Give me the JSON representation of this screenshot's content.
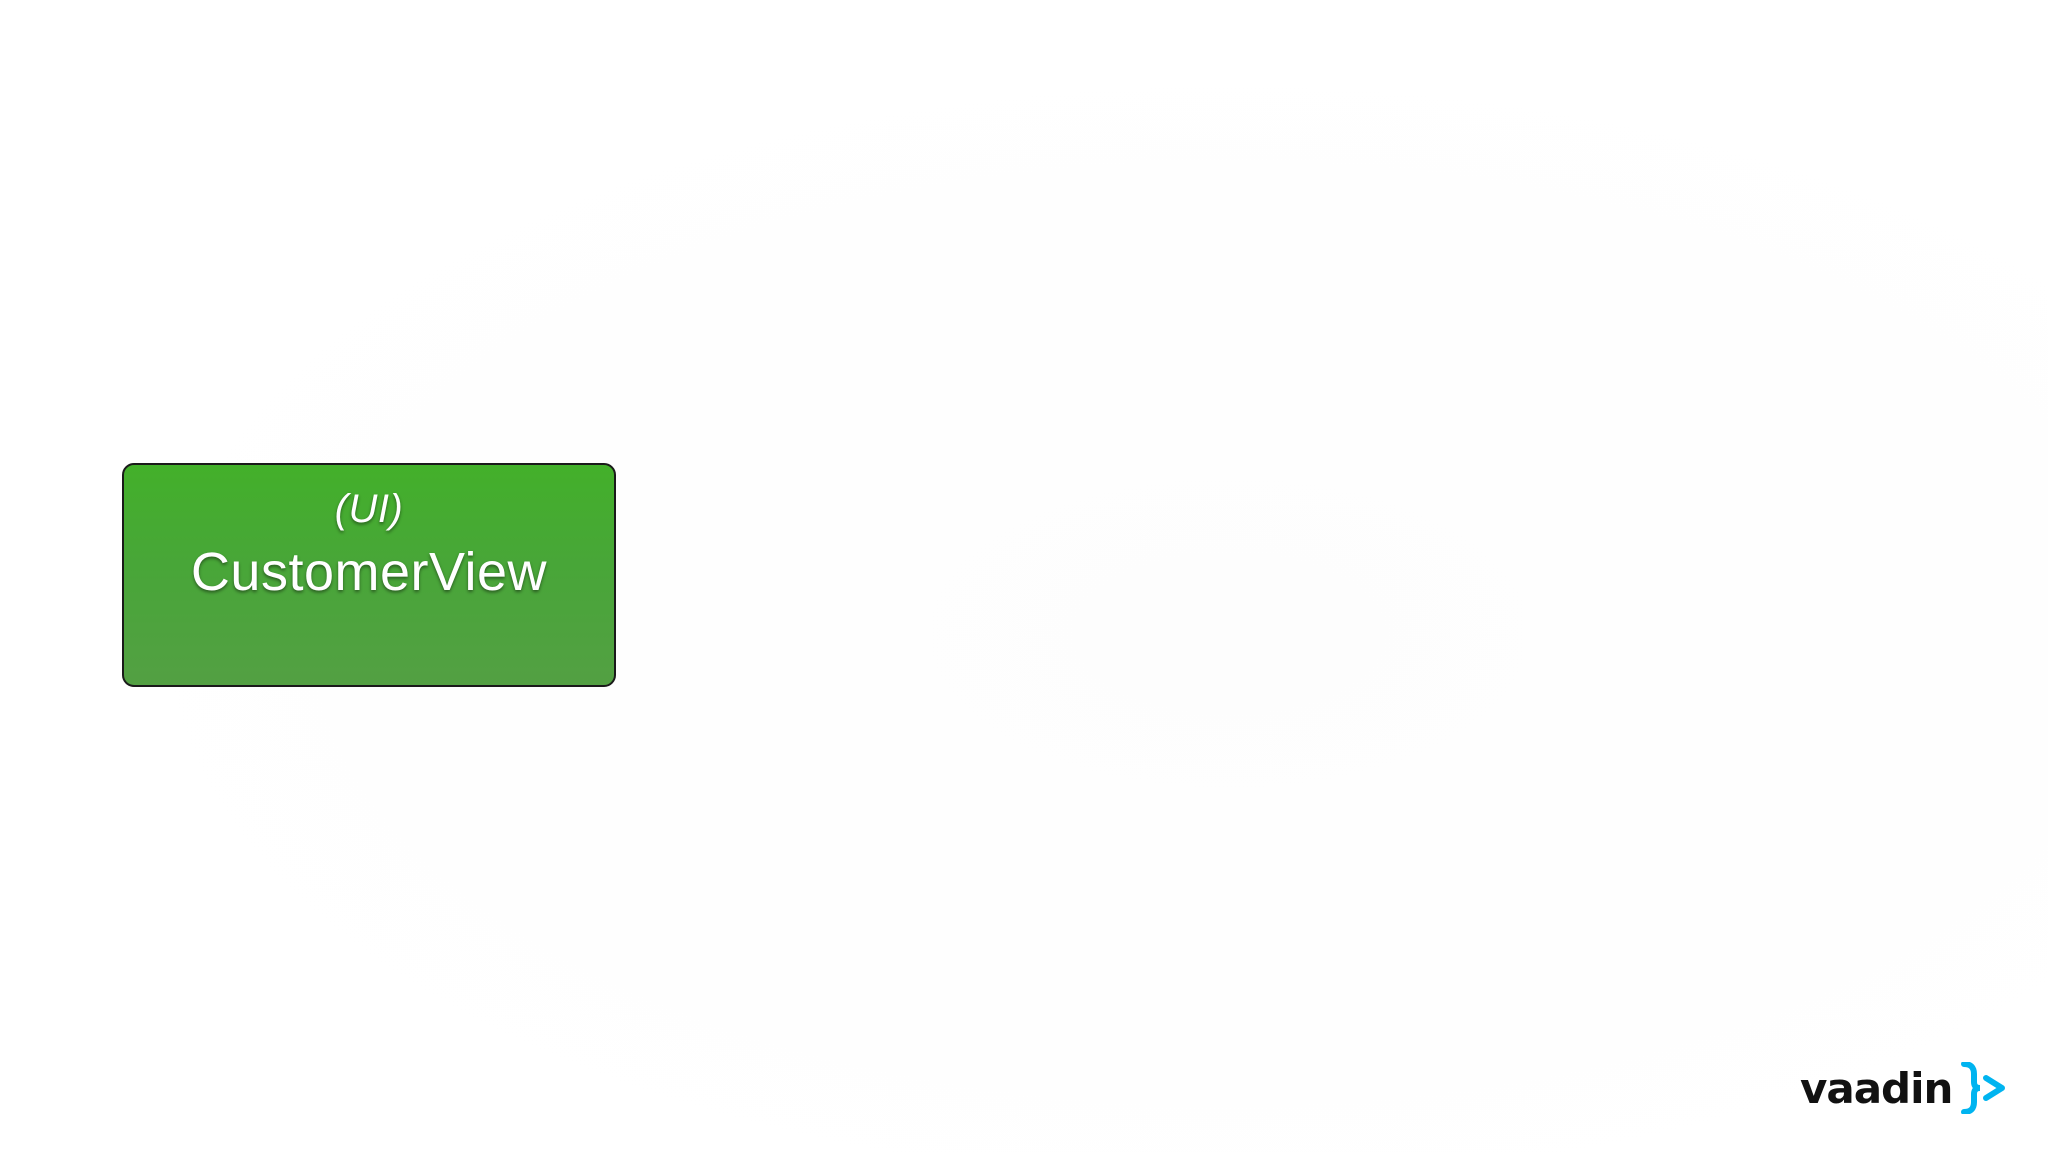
{
  "diagram": {
    "box": {
      "tag": "(UI)",
      "title": "CustomerView",
      "fill_color": "#45ab30",
      "border_color": "#1a1a1a"
    }
  },
  "logo": {
    "wordmark": "vaadin",
    "symbol": "}>",
    "symbol_icon": "vaadin-bracket-arrow-icon",
    "symbol_color": "#00b4f0"
  }
}
